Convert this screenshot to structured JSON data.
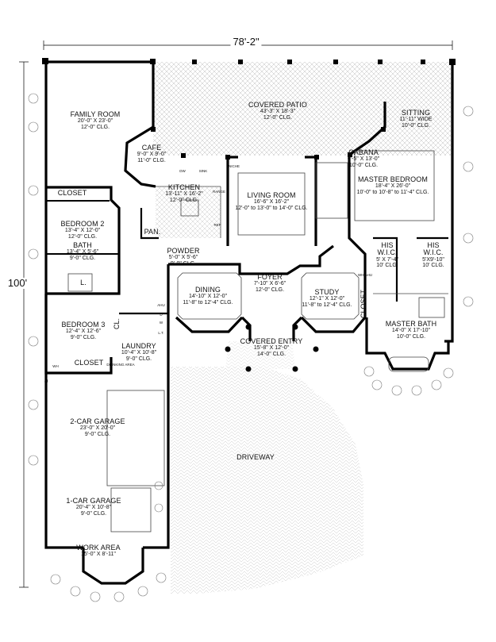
{
  "dimensions": {
    "width": "78'-2\"",
    "depth": "100'"
  },
  "rooms": [
    {
      "key": "family",
      "title": "FAMILY ROOM",
      "size": "20'-0\" X 23'-0\"",
      "ceiling": "12'-0\" CLG."
    },
    {
      "key": "patio",
      "title": "COVERED PATIO",
      "size": "43'-3\" X 18'-3\"",
      "ceiling": "12'-0\" CLG."
    },
    {
      "key": "sitting",
      "title": "SITTING",
      "size": "11'-11\" WIDE",
      "ceiling": "10'-0\" CLG."
    },
    {
      "key": "cafe",
      "title": "CAFE",
      "size": "9'-0\" X 9'-0\"",
      "ceiling": "11'-0\" CLG."
    },
    {
      "key": "cabana",
      "title": "CABANA",
      "size": "6'-5\" X 13'-0\"",
      "ceiling": "10'-0\" CLG."
    },
    {
      "key": "master_bed",
      "title": "MASTER BEDROOM",
      "size": "18'-4\" X 26'-0\"",
      "ceiling": "10'-0\" to 10'-8\" to 11'-4\" CLG."
    },
    {
      "key": "kitchen",
      "title": "KITCHEN",
      "size": "13'-11\" X 16'-2\"",
      "ceiling": "12'-0\" CLG."
    },
    {
      "key": "living",
      "title": "LIVING ROOM",
      "size": "16'-6\" X 16'-2\"",
      "ceiling": "12'-0\" to 13'-0\" to 14'-0\" CLG."
    },
    {
      "key": "bed2",
      "title": "BEDROOM 2",
      "size": "13'-4\" X 12'-0\"",
      "ceiling": "12'-0\" CLG."
    },
    {
      "key": "bath",
      "title": "BATH",
      "size": "13'-4\" X 5'-6\"",
      "ceiling": "9'-0\" CLG."
    },
    {
      "key": "powder",
      "title": "POWDER",
      "size": "5'-0\" X 5'-6\"",
      "ceiling": "9'-0\" CLG."
    },
    {
      "key": "his_wic1",
      "title": "HIS W.I.C.",
      "size": "5' X 7'-4\"",
      "ceiling": "10' CLG."
    },
    {
      "key": "his_wic2",
      "title": "HIS W.I.C.",
      "size": "5'X9'-10\"",
      "ceiling": "10' CLG."
    },
    {
      "key": "dining",
      "title": "DINING",
      "size": "14'-10\" X 12'-0\"",
      "ceiling": "11'-8\" to 12'-4\" CLG."
    },
    {
      "key": "foyer",
      "title": "FOYER",
      "size": "7'-10\" X 6'-6\"",
      "ceiling": "12'-0\" CLG."
    },
    {
      "key": "study",
      "title": "STUDY",
      "size": "12'-1\" X 12'-0\"",
      "ceiling": "11'-8\" to 12'-4\" CLG."
    },
    {
      "key": "bed3",
      "title": "BEDROOM 3",
      "size": "12'-4\" X 12'-6\"",
      "ceiling": "9'-0\" CLG."
    },
    {
      "key": "master_bath",
      "title": "MASTER BATH",
      "size": "14'-0\" X 17'-10\"",
      "ceiling": "10'-0\" CLG."
    },
    {
      "key": "laundry",
      "title": "LAUNDRY",
      "size": "10'-4\" X 10'-8\"",
      "ceiling": "9'-0\" CLG."
    },
    {
      "key": "entry",
      "title": "COVERED ENTRY",
      "size": "15'-8\" X 12'-0\"",
      "ceiling": "14'-0\" CLG."
    },
    {
      "key": "garage2",
      "title": "2-CAR GARAGE",
      "size": "23'-0\" X 20'-0\"",
      "ceiling": "9'-0\" CLG."
    },
    {
      "key": "garage1",
      "title": "1-CAR GARAGE",
      "size": "20'-4\" X 10'-8\"",
      "ceiling": "9'-0\" CLG."
    },
    {
      "key": "work",
      "title": "WORK AREA",
      "size": "15'-0\" X 8'-11\"",
      "ceiling": ""
    }
  ],
  "labels": {
    "closet_bed2": "CLOSET",
    "closet_bed3": "CLOSET",
    "closet_master": "CLOSET",
    "pan": "PAN.",
    "linen": "L.",
    "cl": "CL.",
    "driveway": "DRIVEWAY",
    "dw": "DW",
    "sink": "SINK",
    "range": "RANGE",
    "ref": "REF",
    "niche": "NICHE",
    "ahu": "AHU",
    "w": "W",
    "d": "D",
    "lt": "L.T.",
    "wh": "WH",
    "drinking_area": "DRINKING AREA",
    "wh_ahu": "WH AHU"
  }
}
